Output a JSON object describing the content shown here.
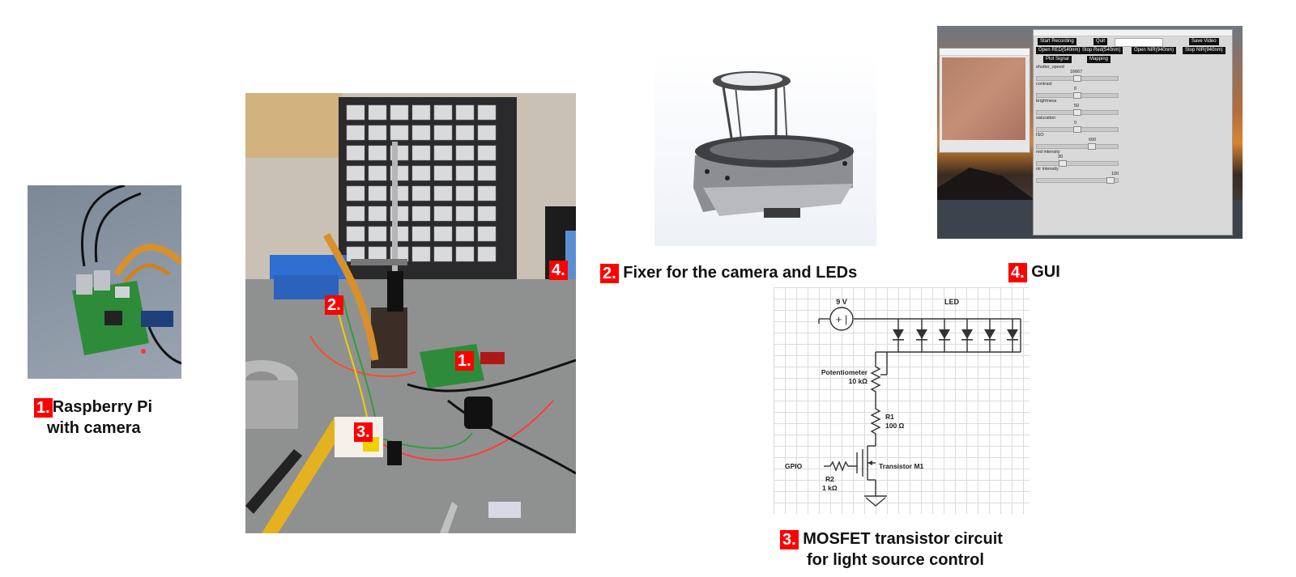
{
  "captions": {
    "rpi": {
      "num": "1.",
      "line1": "Raspberry Pi",
      "line2": "with camera"
    },
    "fixer": {
      "num": "2.",
      "text": "Fixer for the camera and LEDs"
    },
    "gui": {
      "num": "4.",
      "text": "GUI"
    },
    "mosfet": {
      "num": "3.",
      "line1": "MOSFET transistor circuit",
      "line2": "for light source control"
    }
  },
  "photo_markers": {
    "m1": "1.",
    "m2": "2.",
    "m3": "3.",
    "m4": "4."
  },
  "circuit": {
    "battery_label": "9 V",
    "battery_symbol": "+ |",
    "led_label": "LED",
    "pot_label": "Potentiometer",
    "pot_value": "10 kΩ",
    "r1_label": "R1",
    "r1_value": "100 Ω",
    "gpio_label": "GPIO",
    "r2_label": "R2",
    "r2_value": "1 kΩ",
    "transistor_label": "Transistor M1"
  },
  "gui_window": {
    "buttons": {
      "start_recording": "Start Recording",
      "quit": "Quit",
      "save_video": "Save Video",
      "open_red": "Open RED(540nm)",
      "stop_red": "Stop Red(540nm)",
      "open_nir": "Open NIR(940nm)",
      "stop_nir": "Stop NIR(940nm)",
      "plot_signal": "Plot Signal",
      "mapping": "Mapping"
    },
    "sliders": [
      {
        "label": "shutter_speed",
        "value": "16667",
        "level": 0.5
      },
      {
        "label": "contrast",
        "value": "0",
        "level": 0.5
      },
      {
        "label": "brightness",
        "value": "50",
        "level": 0.5
      },
      {
        "label": "saturation",
        "value": "0",
        "level": 0.5
      },
      {
        "label": "ISO",
        "value": "600",
        "level": 0.7
      },
      {
        "label": "red intensity",
        "value": "30",
        "level": 0.3
      },
      {
        "label": "nir intensity",
        "value": "100",
        "level": 0.95
      }
    ]
  },
  "colors": {
    "badge": "#ff0000",
    "pcb": "#2e8b3a",
    "grid": "#d9d9d9"
  }
}
